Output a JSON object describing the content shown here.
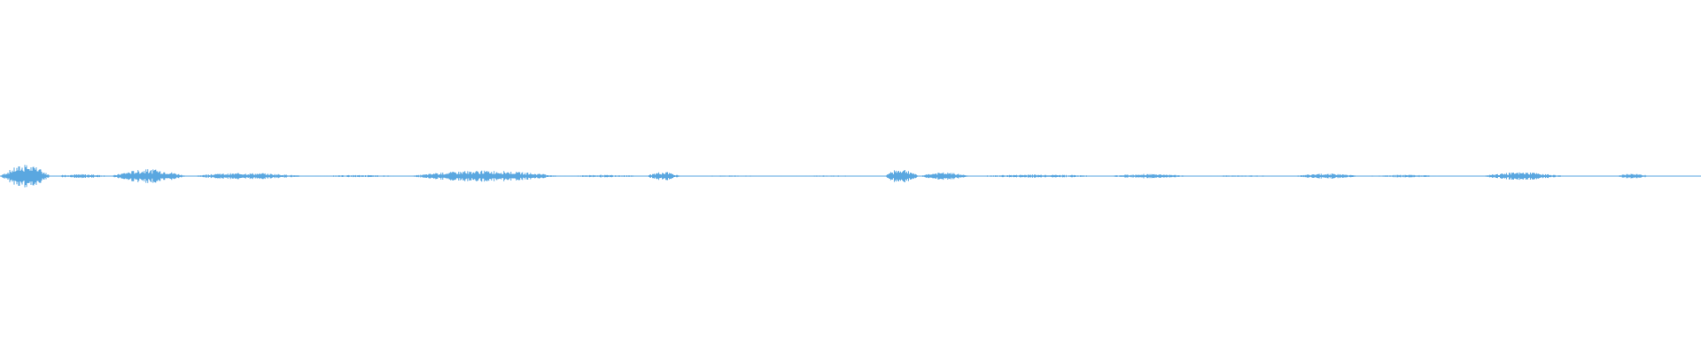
{
  "waveform": {
    "color": "#5aa7e0",
    "segments": [
      {
        "start": 0.0,
        "end": 0.03,
        "level": 0.9
      },
      {
        "start": 0.03,
        "end": 0.065,
        "level": 0.15
      },
      {
        "start": 0.065,
        "end": 0.11,
        "level": 0.55
      },
      {
        "start": 0.11,
        "end": 0.18,
        "level": 0.25
      },
      {
        "start": 0.18,
        "end": 0.24,
        "level": 0.08
      },
      {
        "start": 0.24,
        "end": 0.33,
        "level": 0.45
      },
      {
        "start": 0.33,
        "end": 0.38,
        "level": 0.1
      },
      {
        "start": 0.38,
        "end": 0.4,
        "level": 0.35
      },
      {
        "start": 0.4,
        "end": 0.46,
        "level": 0.05
      },
      {
        "start": 0.46,
        "end": 0.52,
        "level": 0.05
      },
      {
        "start": 0.52,
        "end": 0.54,
        "level": 0.6
      },
      {
        "start": 0.54,
        "end": 0.57,
        "level": 0.3
      },
      {
        "start": 0.57,
        "end": 0.65,
        "level": 0.12
      },
      {
        "start": 0.65,
        "end": 0.7,
        "level": 0.18
      },
      {
        "start": 0.7,
        "end": 0.76,
        "level": 0.06
      },
      {
        "start": 0.76,
        "end": 0.8,
        "level": 0.2
      },
      {
        "start": 0.8,
        "end": 0.85,
        "level": 0.1
      },
      {
        "start": 0.85,
        "end": 0.87,
        "level": 0.0
      },
      {
        "start": 0.87,
        "end": 0.92,
        "level": 0.3
      },
      {
        "start": 0.92,
        "end": 0.95,
        "level": 0.02
      },
      {
        "start": 0.95,
        "end": 0.97,
        "level": 0.2
      },
      {
        "start": 0.97,
        "end": 1.0,
        "level": 0.02
      }
    ]
  }
}
